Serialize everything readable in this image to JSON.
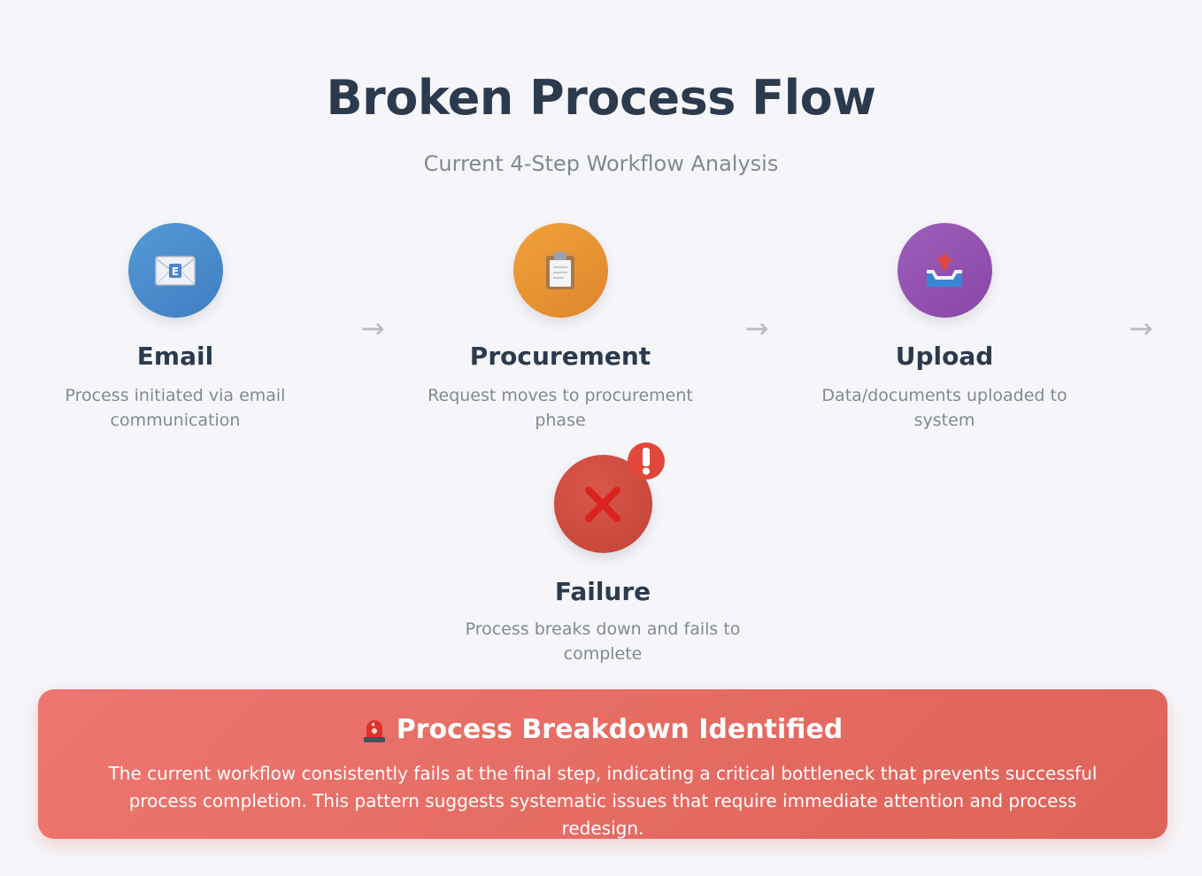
{
  "header": {
    "title": "Broken Process Flow",
    "subtitle": "Current 4-Step Workflow Analysis"
  },
  "steps": [
    {
      "name": "Email",
      "description": "Process initiated via email communication",
      "icon": "envelope-icon",
      "color_start": "#5196d4",
      "color_end": "#3f80c4"
    },
    {
      "name": "Procurement",
      "description": "Request moves to procurement phase",
      "icon": "clipboard-icon",
      "color_start": "#ef9f3a",
      "color_end": "#e1872d"
    },
    {
      "name": "Upload",
      "description": "Data/documents uploaded to system",
      "icon": "outbox-tray-icon",
      "color_start": "#9b5cb8",
      "color_end": "#8a48a8"
    }
  ],
  "arrows": [
    "→",
    "→",
    "→"
  ],
  "failure": {
    "name": "Failure",
    "description": "Process breaks down and fails to complete",
    "icon": "cross-mark-icon",
    "badge_icon": "exclamation-icon",
    "color": "#c94a3e"
  },
  "alert": {
    "icon": "rotating-light-icon",
    "title": "Process Breakdown Identified",
    "body": "The current workflow consistently fails at the final step, indicating a critical bottleneck that prevents successful process completion. This pattern suggests systematic issues that require immediate attention and process redesign.",
    "color_start": "#ee7670",
    "color_end": "#de6358"
  }
}
